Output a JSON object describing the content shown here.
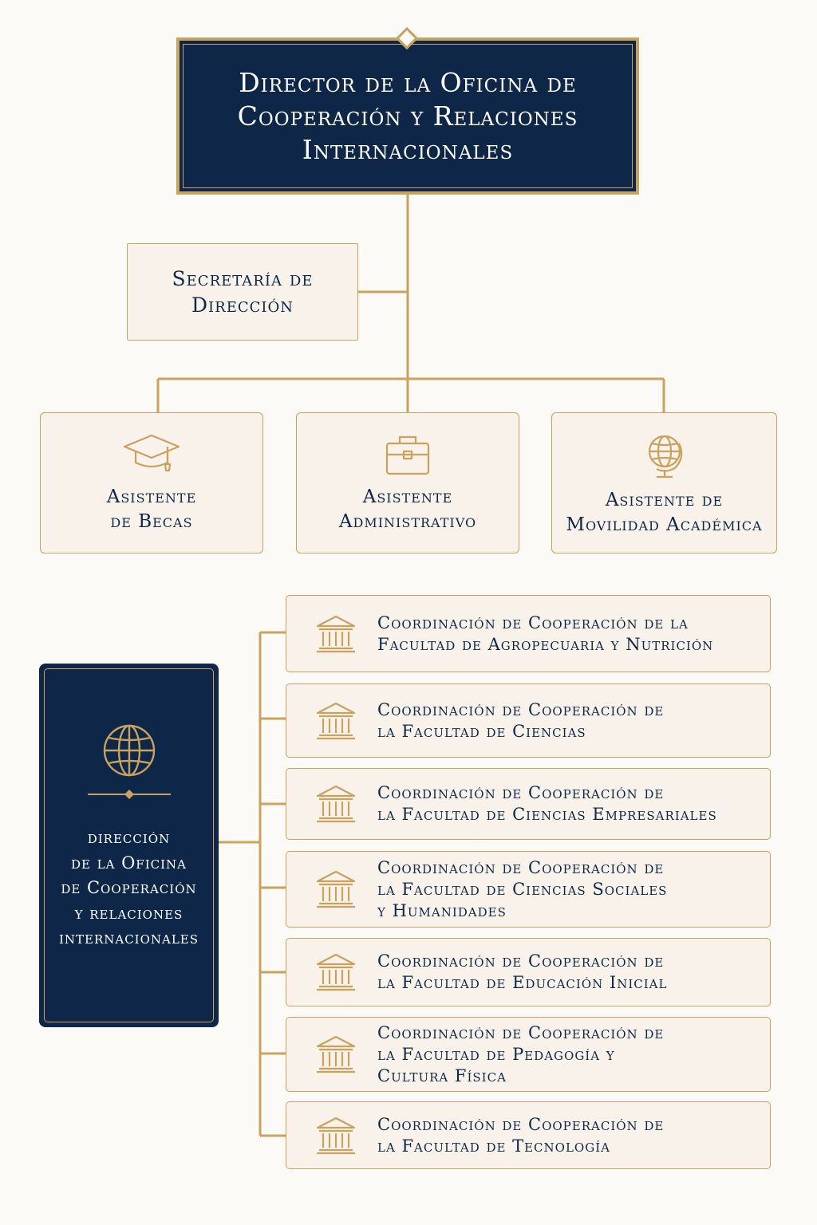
{
  "colors": {
    "navy": "#0e2748",
    "gold": "#c9a25f",
    "cream": "#f8f2ea",
    "background": "#fbfaf6"
  },
  "director": {
    "title": "Director de la Oficina de Cooperación y Relaciones Internacionales"
  },
  "secretaria": {
    "title": "Secretaría de Dirección"
  },
  "asistentes": [
    {
      "line1": "Asistente",
      "line2": "de Becas",
      "icon": "graduation-cap-icon"
    },
    {
      "line1": "Asistente",
      "line2": "Administrativo",
      "icon": "briefcase-icon"
    },
    {
      "line1": "Asistente de",
      "line2": "Movilidad Académica",
      "icon": "globe-stand-icon"
    }
  ],
  "panel": {
    "icon": "globe-icon",
    "line1": "dirección",
    "line2": "de la Oficina",
    "line3": "de Cooperación",
    "line4": "y relaciones",
    "line5": "internacionales"
  },
  "coordinaciones": [
    {
      "lines": [
        "Coordinación de Cooperación de la",
        "Facultad de Agropecuaria y Nutrición"
      ],
      "icon": "institution-icon"
    },
    {
      "lines": [
        "Coordinación de Cooperación de",
        "la Facultad de Ciencias"
      ],
      "icon": "institution-icon"
    },
    {
      "lines": [
        "Coordinación de Cooperación de",
        "la Facultad de Ciencias Empresariales"
      ],
      "icon": "institution-icon"
    },
    {
      "lines": [
        "Coordinación de Cooperación de",
        "la Facultad de Ciencias Sociales",
        "y Humanidades"
      ],
      "icon": "institution-icon"
    },
    {
      "lines": [
        "Coordinación de Cooperación de",
        "la Facultad de Educación Inicial"
      ],
      "icon": "institution-icon"
    },
    {
      "lines": [
        "Coordinación de Cooperación de",
        "la Facultad de Pedagogía y",
        "Cultura Física"
      ],
      "icon": "institution-icon"
    },
    {
      "lines": [
        "Coordinación de Cooperación de",
        "la Facultad de Tecnología"
      ],
      "icon": "institution-icon"
    }
  ]
}
